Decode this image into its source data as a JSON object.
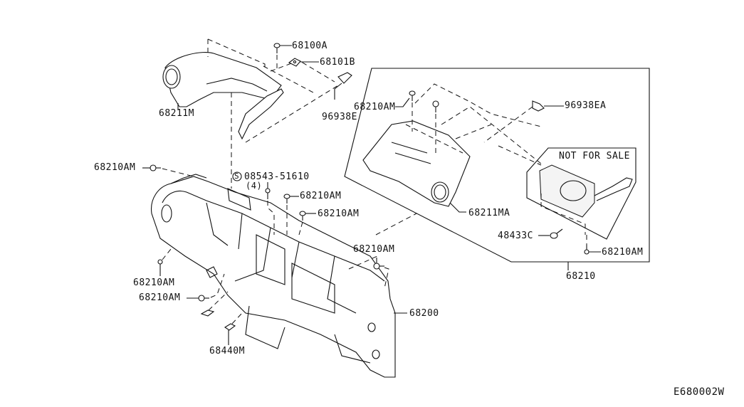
{
  "diagram": {
    "title": "Instrument Panel Assembly - exploded parts diagram",
    "figure_code": "E680002W",
    "colors": {
      "ink": "#111111",
      "background": "#ffffff"
    },
    "callouts": {
      "c68100A": "68100A",
      "c68101B": "68101B",
      "c68211M": "68211M",
      "c96938E": "96938E",
      "c68210AM_glove_top": "68210AM",
      "c96938EA": "96938EA",
      "not_for_sale": "NOT FOR SALE",
      "c68210AM_left": "68210AM",
      "c08543": "08543-51610",
      "c08543_qty": "(4)",
      "c08543_symbol": "S",
      "c68210AM_mid1": "68210AM",
      "c68210AM_mid2": "68210AM",
      "c68211MA": "68211MA",
      "c48433C": "48433C",
      "c68210AM_box": "68210AM",
      "c68210AM_right": "68210AM",
      "c68210": "68210",
      "c68210AM_lower1": "68210AM",
      "c68210AM_lower2": "68210AM",
      "c68200": "68200",
      "c68440M": "68440M"
    }
  }
}
